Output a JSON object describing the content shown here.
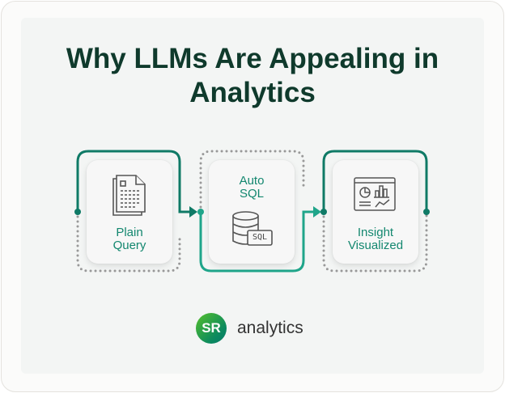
{
  "title": "Why LLMs Are Appealing in Analytics",
  "steps": [
    {
      "line1": "Plain",
      "line2": "Query",
      "icon": "document-icon"
    },
    {
      "line1": "Auto",
      "line2": "SQL",
      "icon": "database-sql-icon",
      "icon_text": "SQL"
    },
    {
      "line1": "Insight",
      "line2": "Visualized",
      "icon": "dashboard-icon"
    }
  ],
  "brand": {
    "logo_text": "SR",
    "name": "analytics"
  },
  "colors": {
    "dark_teal": "#0f7a66",
    "light_teal": "#1fa58a",
    "title": "#0f3a2c"
  }
}
